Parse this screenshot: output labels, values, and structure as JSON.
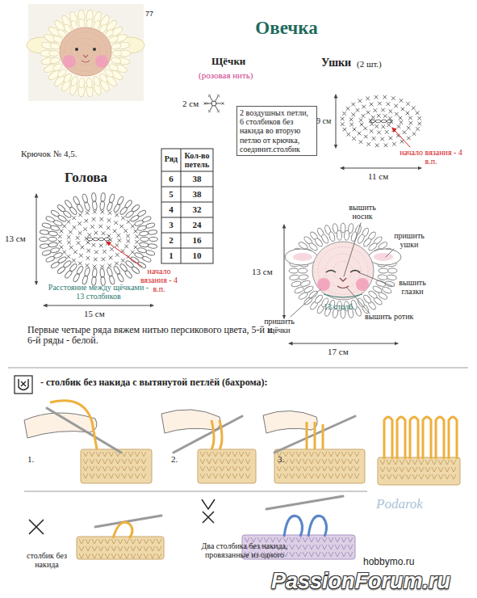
{
  "diagram": {
    "title": "Овечка",
    "nodes": [
      {
        "text": [
          "2 воздушных петли, 6 столбиков без накида во вторую петлю от крючка, соединит.столбик"
        ]
      }
    ],
    "labels": [
      "77",
      "Щёчки",
      "(розовая нить)",
      "2 см",
      "Ушки",
      "(2 шт.)",
      "9 см",
      "начало вязания - 4 в.п.",
      "11 см",
      "Крючок № 4,5.",
      "Голова",
      "Ряд",
      "Кол-во петель",
      "6",
      "38",
      "5",
      "38",
      "4",
      "32",
      "3",
      "24",
      "2",
      "16",
      "1",
      "10",
      "13 см",
      "начало вязания - 4 в.п.",
      "Расстояние между щёчками - 13 столбиков",
      "15 см",
      "Первые четыре ряда вяжем нитью персикового цвета, 5-й и 6-й ряды - белой.",
      "вышить носик",
      "пришить ушки",
      "вышить глазки",
      "вышить ротик",
      "пришить щёчки",
      "13 столб.",
      "13 см",
      "17 см",
      "1.",
      "2.",
      "3.",
      "Podarok",
      "hobbymo.ru",
      "PassionForum.ru"
    ],
    "legend": [
      {
        "text": "- столбик без накида с вытянутой петлёй (бахрома):"
      },
      {
        "text": "столбик без накида"
      },
      {
        "text": "Два столбика без накида, провязанные из одного"
      }
    ]
  }
}
